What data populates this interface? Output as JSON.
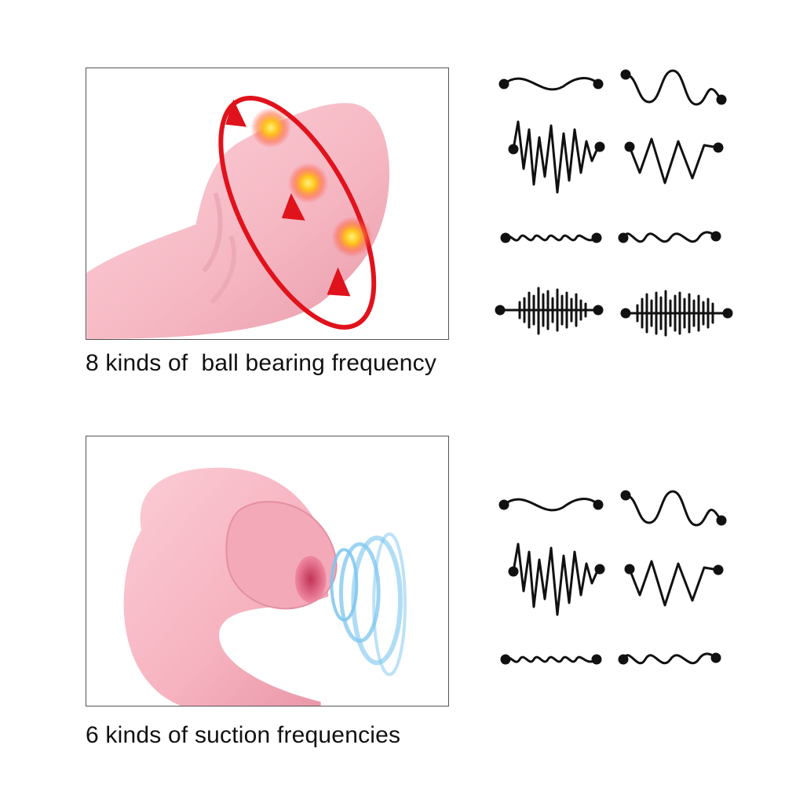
{
  "sections": [
    {
      "caption": "8 kinds of  ball bearing frequency",
      "mode_count": 8,
      "illustration_icon": "rotating-ball-bearing-illustration",
      "wave_icons": [
        "gentle-wave-icon",
        "big-wave-icon",
        "burst-spike-icon",
        "zigzag-wave-icon",
        "small-ripple-icon",
        "small-wave-icon",
        "pulse-waveform-icon",
        "dense-pulse-waveform-icon"
      ]
    },
    {
      "caption": "6 kinds of suction frequencies",
      "mode_count": 6,
      "illustration_icon": "suction-head-illustration",
      "wave_icons": [
        "gentle-wave-icon",
        "big-wave-icon",
        "burst-spike-icon",
        "zigzag-wave-icon",
        "small-ripple-icon",
        "small-wave-icon"
      ]
    }
  ],
  "colors": {
    "product_pink": "#f6b9c4",
    "rotation_arrow_red": "#e0121b",
    "glow_yellow": "#ffd21a",
    "suction_blue": "#7cc6ef",
    "wave_black": "#111111"
  }
}
